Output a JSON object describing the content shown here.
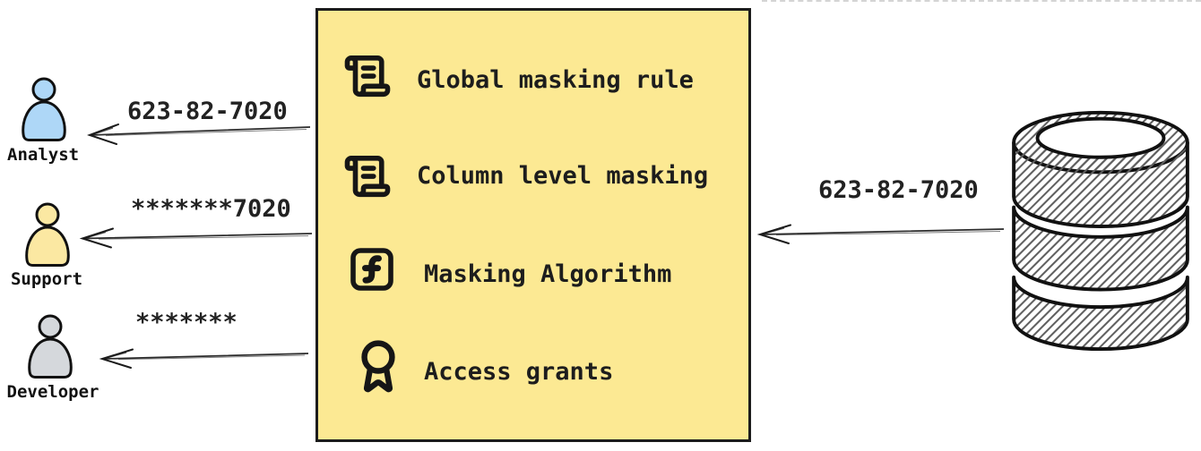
{
  "diagram": {
    "type": "data-masking-flow",
    "background": "#ffffff",
    "text_color": "#1d1d1d"
  },
  "actors": [
    {
      "name": "Analyst",
      "fill": "#aed7f7",
      "arrow_label": "623-82-7020"
    },
    {
      "name": "Support",
      "fill": "#fbe8a2",
      "arrow_label": "*******7020"
    },
    {
      "name": "Developer",
      "fill": "#d5d8dc",
      "arrow_label": "*******"
    }
  ],
  "masking_box": {
    "bg": "#fce993",
    "border_color": "#1c1c1c",
    "style_bg": "background-color:#fce993",
    "items": [
      {
        "icon": "scroll-text-icon",
        "label": "Global masking rule"
      },
      {
        "icon": "scroll-text-icon",
        "label": "Column level masking"
      },
      {
        "icon": "function-square-icon",
        "label": "Masking Algorithm"
      },
      {
        "icon": "award-icon",
        "label": "Access grants"
      }
    ]
  },
  "database_flow": {
    "source": "database",
    "label": "623-82-7020",
    "hatch_color": "#5f5f5f"
  }
}
